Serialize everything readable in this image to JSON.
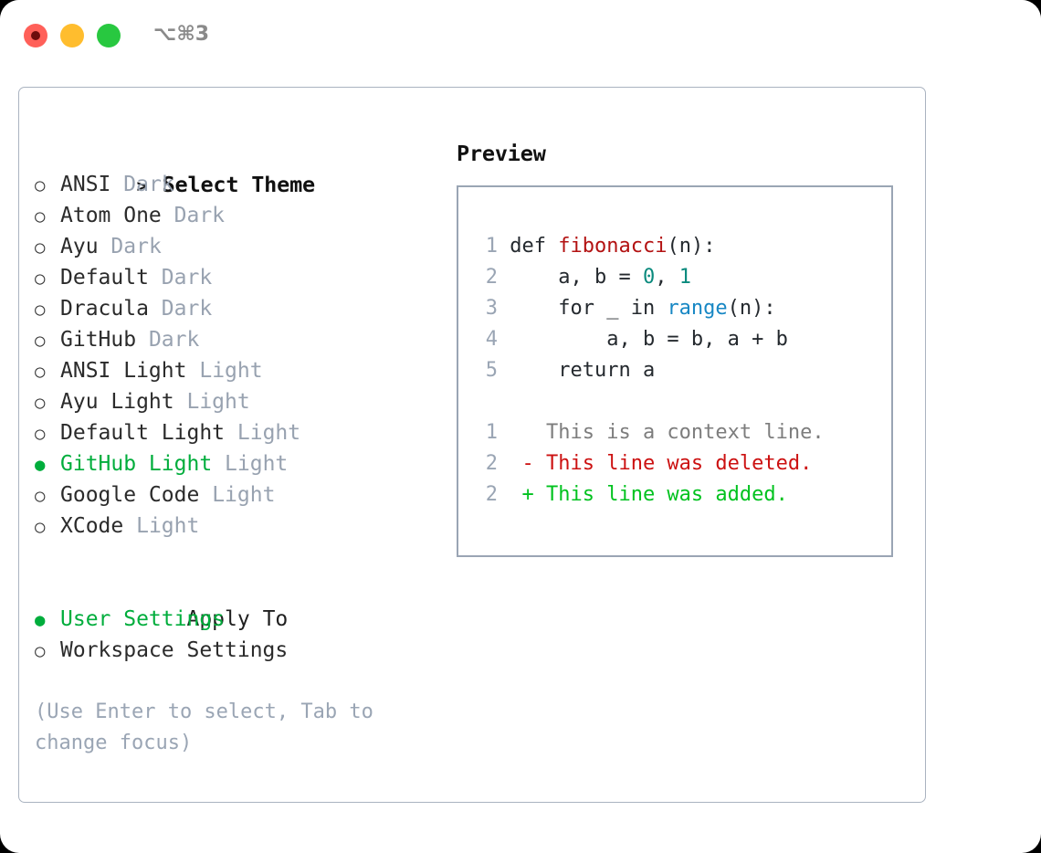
{
  "window": {
    "shortcut": "⌥⌘3",
    "traffic_lights": [
      {
        "name": "close",
        "color": "#ff6059"
      },
      {
        "name": "minimize",
        "color": "#ffbd2e"
      },
      {
        "name": "maximize",
        "color": "#28c840"
      }
    ]
  },
  "theme_picker": {
    "header": {
      "marker": ">",
      "label": "Select Theme"
    },
    "marker_unselected": "○",
    "marker_selected": "●",
    "items": [
      {
        "marker": "○",
        "name": "ANSI",
        "variant": "Dark",
        "selected": false
      },
      {
        "marker": "○",
        "name": "Atom One",
        "variant": "Dark",
        "selected": false
      },
      {
        "marker": "○",
        "name": "Ayu",
        "variant": "Dark",
        "selected": false
      },
      {
        "marker": "○",
        "name": "Default",
        "variant": "Dark",
        "selected": false
      },
      {
        "marker": "○",
        "name": "Dracula",
        "variant": "Dark",
        "selected": false
      },
      {
        "marker": "○",
        "name": "GitHub",
        "variant": "Dark",
        "selected": false
      },
      {
        "marker": "○",
        "name": "ANSI Light",
        "variant": "Light",
        "selected": false
      },
      {
        "marker": "○",
        "name": "Ayu Light",
        "variant": "Light",
        "selected": false
      },
      {
        "marker": "○",
        "name": "Default Light",
        "variant": "Light",
        "selected": false
      },
      {
        "marker": "●",
        "name": "GitHub Light",
        "variant": "Light",
        "selected": true
      },
      {
        "marker": "○",
        "name": "Google Code",
        "variant": "Light",
        "selected": false
      },
      {
        "marker": "○",
        "name": "XCode",
        "variant": "Light",
        "selected": false
      }
    ]
  },
  "apply_to": {
    "header": "Apply To",
    "items": [
      {
        "marker": "●",
        "label": "User Settings",
        "selected": true
      },
      {
        "marker": "○",
        "label": "Workspace Settings",
        "selected": false
      }
    ]
  },
  "hint": "(Use Enter to select, Tab to change focus)",
  "preview": {
    "title": "Preview",
    "code_lines": [
      {
        "no": "1",
        "segments": [
          {
            "text": "def ",
            "kind": "plain"
          },
          {
            "text": "fibonacci",
            "kind": "fn"
          },
          {
            "text": "(n):",
            "kind": "plain"
          }
        ]
      },
      {
        "no": "2",
        "segments": [
          {
            "text": "    a, b = ",
            "kind": "plain"
          },
          {
            "text": "0",
            "kind": "num"
          },
          {
            "text": ", ",
            "kind": "plain"
          },
          {
            "text": "1",
            "kind": "num"
          }
        ]
      },
      {
        "no": "3",
        "segments": [
          {
            "text": "    for _ in ",
            "kind": "plain"
          },
          {
            "text": "range",
            "kind": "call"
          },
          {
            "text": "(n):",
            "kind": "plain"
          }
        ]
      },
      {
        "no": "4",
        "segments": [
          {
            "text": "        a, b = b, a + b",
            "kind": "plain"
          }
        ]
      },
      {
        "no": "5",
        "segments": [
          {
            "text": "    return a",
            "kind": "plain"
          }
        ]
      }
    ],
    "diff_lines": [
      {
        "no": "1",
        "segments": [
          {
            "text": "   This is a context line.",
            "kind": "ctx"
          }
        ]
      },
      {
        "no": "2",
        "segments": [
          {
            "text": " - This line was deleted.",
            "kind": "del"
          }
        ]
      },
      {
        "no": "2",
        "segments": [
          {
            "text": " + This line was added.",
            "kind": "add"
          }
        ]
      }
    ]
  },
  "colors": {
    "selected_green": "#00ad3c",
    "muted_gray": "#98a2b0",
    "hint_gray": "#9aa5b4",
    "border": "#aab3c0",
    "preview_border": "#9aa5b4",
    "fn_red": "#b31212",
    "num_teal": "#0a8a7d",
    "call_blue": "#1787c4",
    "diff_del": "#cc1111",
    "diff_add": "#00c21e"
  }
}
